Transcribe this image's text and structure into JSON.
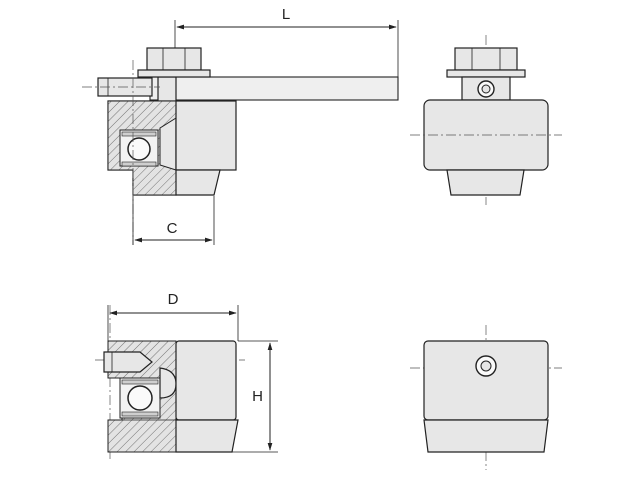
{
  "dimensions": {
    "L": "L",
    "C": "C",
    "D": "D",
    "H": "H"
  }
}
